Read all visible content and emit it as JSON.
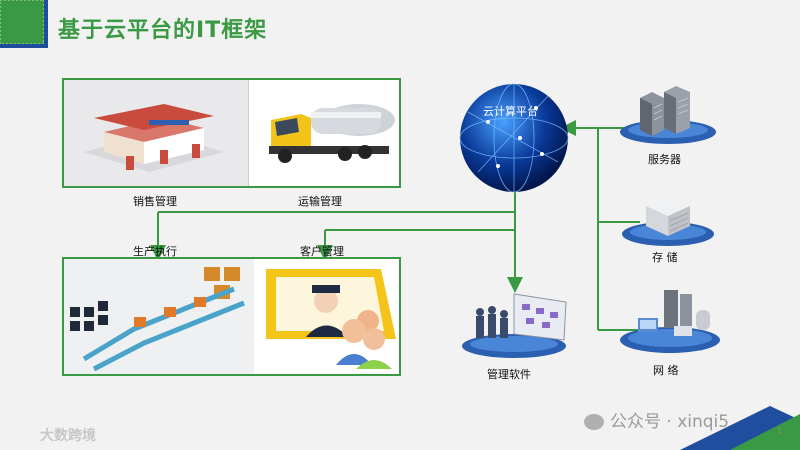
{
  "title": "基于云平台的IT框架",
  "cloud_label": "云计算平台",
  "nodes": {
    "sales": "销售管理",
    "transport": "运输管理",
    "production": "生产执行",
    "customer": "客户管理",
    "software": "管理软件",
    "server": "服务器",
    "storage": "存 储",
    "network": "网 络"
  },
  "watermark": "公众号 · xinqi5",
  "logo": "大数跨境",
  "page_number": "1",
  "colors": {
    "title": "#3a9a44",
    "lines": "#3a9a44",
    "accent_blue": "#1f4e9e"
  }
}
